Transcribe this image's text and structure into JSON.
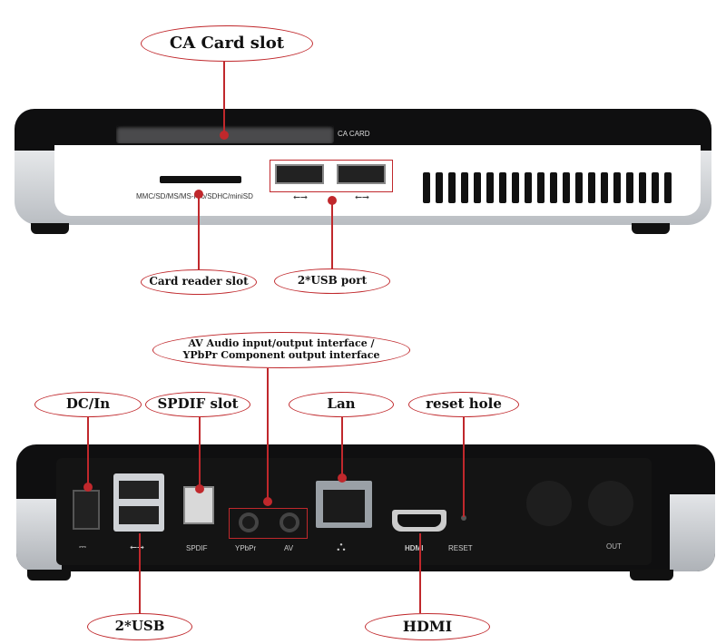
{
  "callouts": {
    "ca_card_slot": "CA Card slot",
    "card_reader_slot": "Card reader slot",
    "usb_port_front": "2*USB port",
    "av_interface_line1": "AV Audio input/output interface /",
    "av_interface_line2": "YPbPr Component output interface",
    "dc_in": "DC/In",
    "spdif_slot": "SPDIF slot",
    "lan": "Lan",
    "reset_hole": "reset hole",
    "usb_rear": "2*USB",
    "hdmi": "HDMI"
  },
  "device_labels": {
    "ca_card": "CA CARD",
    "card_formats": "MMC/SD/MS/MS-Pro/SDHC/miniSD",
    "spdif": "SPDIF",
    "ypbpr": "YPbPr",
    "av": "AV",
    "hdmi_logo": "HDMI",
    "reset": "RESET",
    "out": "OUT"
  },
  "icons": {
    "usb": "usb-icon",
    "network": "network-icon",
    "dc": "dc-symbol-icon"
  },
  "colors": {
    "callout_red": "#c0282c",
    "device_black": "#111111",
    "device_silver": "#c9cdd2"
  }
}
